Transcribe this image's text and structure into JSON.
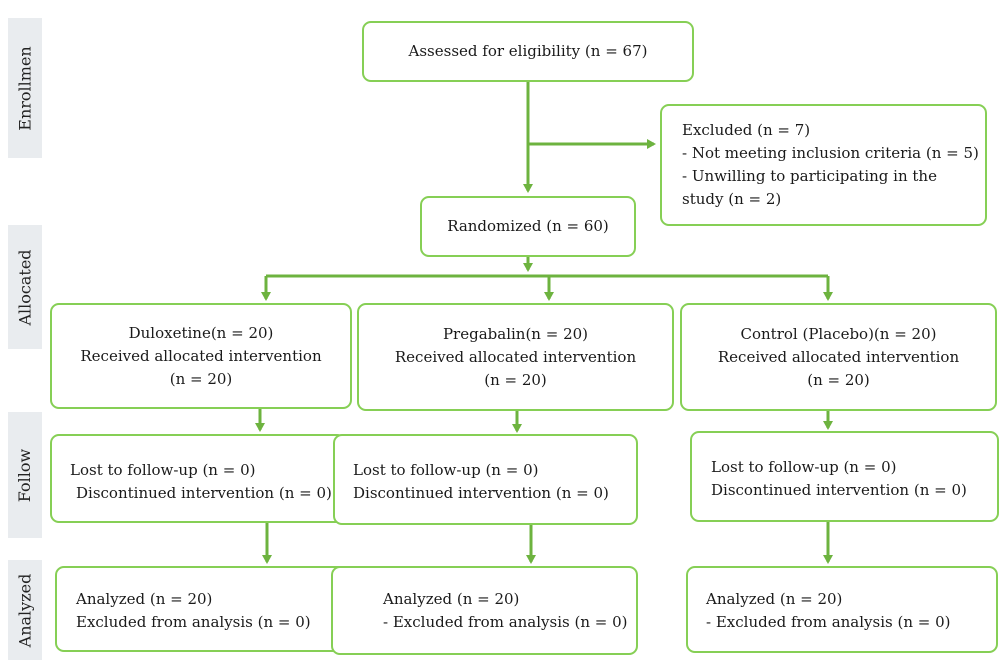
{
  "stages": {
    "enrollment": "Enrollmen",
    "allocated": "Allocated",
    "follow": "Follow",
    "analyzed": "Analyzed"
  },
  "enrollment": {
    "assessed": "Assessed for eligibility (n = 67)",
    "excluded": {
      "title": "Excluded (n = 7)",
      "reason1": "- Not meeting inclusion criteria (n = 5)",
      "reason2_line1": "- Unwilling to participating in the",
      "reason2_line2": "study (n = 2)"
    },
    "randomized": "Randomized (n = 60)"
  },
  "groups": [
    {
      "allocation": {
        "name": "Duloxetine(n = 20)",
        "received": "Received allocated intervention",
        "count": "(n = 20)"
      },
      "followup": {
        "lost": "Lost to follow-up (n = 0)",
        "discontinued": "Discontinued intervention (n = 0)"
      },
      "analysis": {
        "analyzed": "Analyzed (n = 20)",
        "excluded": "Excluded from analysis (n = 0)"
      }
    },
    {
      "allocation": {
        "name": "Pregabalin(n = 20)",
        "received": "Received allocated intervention",
        "count": "(n = 20)"
      },
      "followup": {
        "lost": "Lost to follow-up (n = 0)",
        "discontinued": "Discontinued intervention (n = 0)"
      },
      "analysis": {
        "analyzed": "Analyzed (n = 20)",
        "excluded": "- Excluded from analysis (n = 0)"
      }
    },
    {
      "allocation": {
        "name": "Control (Placebo)(n = 20)",
        "received": "Received allocated intervention",
        "count": "(n = 20)"
      },
      "followup": {
        "lost": "Lost to follow-up (n = 0)",
        "discontinued": "Discontinued intervention (n = 0)"
      },
      "analysis": {
        "analyzed": "Analyzed (n = 20)",
        "excluded": "- Excluded from analysis (n = 0)"
      }
    }
  ],
  "colors": {
    "accent": "#6db33f",
    "box_border": "#86cf55",
    "label_bg": "#e9ecef"
  }
}
